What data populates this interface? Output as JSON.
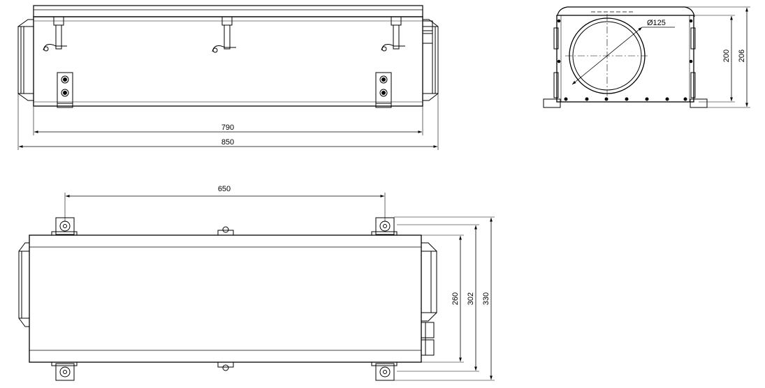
{
  "dimensions": {
    "front_inner_length": "790",
    "front_total_length": "850",
    "side_height": "200",
    "side_total_height": "206",
    "duct_diameter": "Ø125",
    "plan_bracket_spacing": "650",
    "plan_body_width": "260",
    "plan_body_with_flange_width": "302",
    "plan_bracket_width": "330"
  },
  "colors": {
    "line": "#000000",
    "dash": "#000000",
    "background": "#ffffff"
  }
}
